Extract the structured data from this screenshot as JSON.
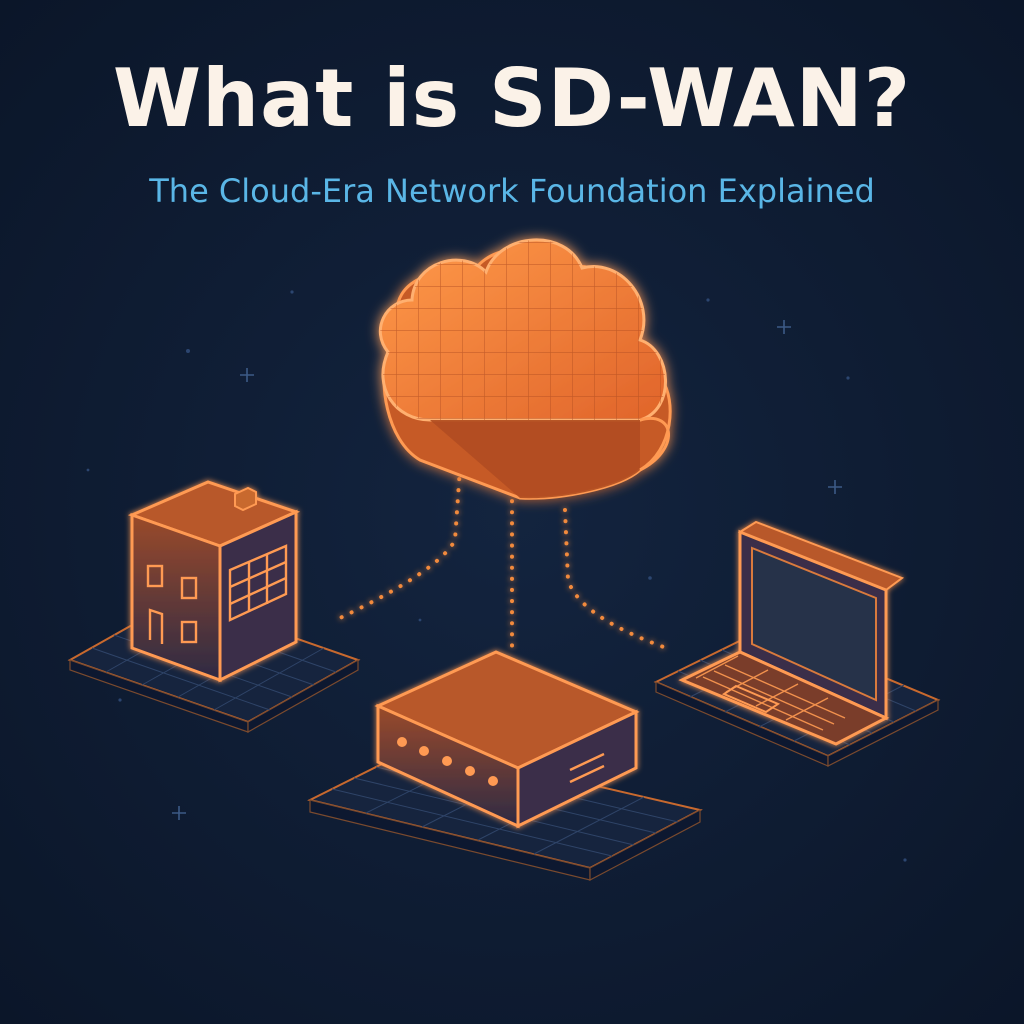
{
  "header": {
    "title": "What is SD-WAN?",
    "subtitle": "The Cloud-Era Network Foundation Explained"
  },
  "colors": {
    "background": "#0f1d33",
    "accent_orange": "#f28a3c",
    "accent_blue": "#5ab6e6",
    "title_text": "#fbf2e8"
  },
  "diagram": {
    "hub": "cloud-icon",
    "nodes": [
      "building-icon",
      "router-icon",
      "laptop-icon"
    ],
    "connections": [
      {
        "from": "cloud-icon",
        "to": "building-icon",
        "style": "dotted"
      },
      {
        "from": "cloud-icon",
        "to": "router-icon",
        "style": "dotted"
      },
      {
        "from": "cloud-icon",
        "to": "laptop-icon",
        "style": "dotted"
      }
    ]
  }
}
